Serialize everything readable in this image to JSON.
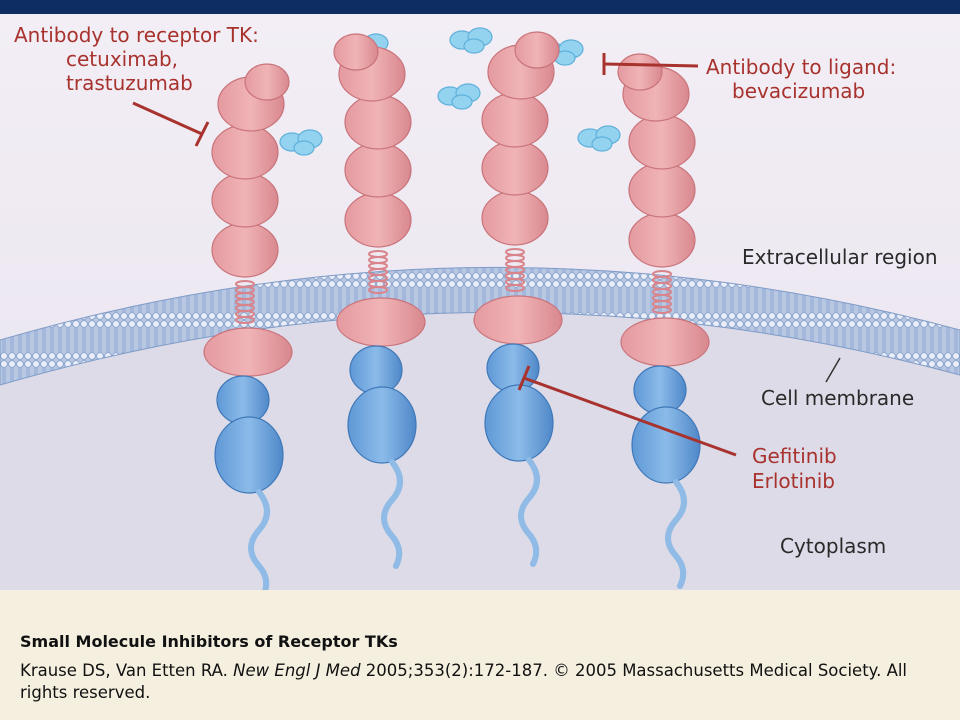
{
  "figure": {
    "labels": {
      "antibody_receptor_line1": "Antibody to receptor TK:",
      "antibody_receptor_line2": "cetuximab,",
      "antibody_receptor_line3": "trastuzumab",
      "antibody_ligand_line1": "Antibody to ligand:",
      "antibody_ligand_line2": "bevacizumab",
      "extracellular": "Extracellular region",
      "membrane": "Cell membrane",
      "gefitinib": "Gefitinib",
      "erlotinib": "Erlotinib",
      "cytoplasm": "Cytoplasm"
    },
    "colors": {
      "inhibitor_red": "#a8322d",
      "receptor_pink": "#e8a2a6",
      "kinase_blue": "#6fa3db",
      "ligand_cyan": "#8fd0ef",
      "cytoplasm": "#dcdbe8",
      "extracellular": "#f2edf3"
    }
  },
  "caption": {
    "title": "Small Molecule Inhibitors of Receptor TKs",
    "authors": "Krause DS, Van Etten RA. ",
    "journal": "New Engl J Med",
    "rest": " 2005;353(2):172-187. © 2005 Massachusetts Medical Society. All rights reserved."
  }
}
